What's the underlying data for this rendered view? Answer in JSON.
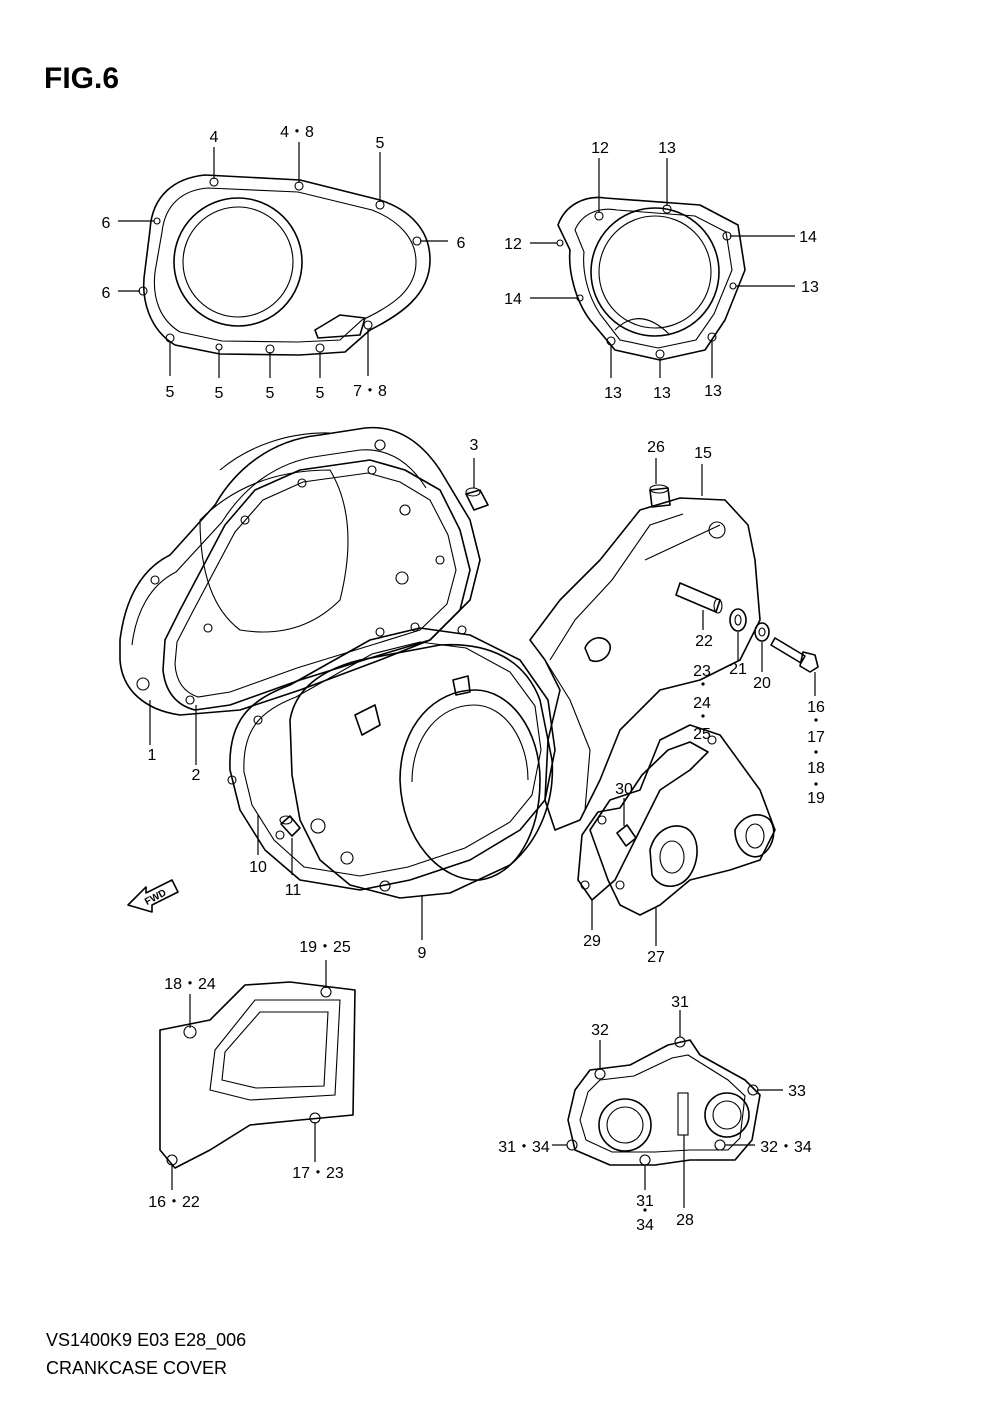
{
  "figure": {
    "title": "FIG.6",
    "model_code": "VS1400K9 E03 E28_006",
    "name": "CRANKCASE COVER",
    "fwd_label": "FWD"
  },
  "callouts": [
    {
      "id": "c1",
      "text": "4"
    },
    {
      "id": "c2",
      "text": "4・8"
    },
    {
      "id": "c3",
      "text": "5"
    },
    {
      "id": "c4",
      "text": "6"
    },
    {
      "id": "c5",
      "text": "6"
    },
    {
      "id": "c6",
      "text": "6"
    },
    {
      "id": "c7",
      "text": "5"
    },
    {
      "id": "c8",
      "text": "5"
    },
    {
      "id": "c9",
      "text": "5"
    },
    {
      "id": "c10",
      "text": "5"
    },
    {
      "id": "c11",
      "text": "7・8"
    },
    {
      "id": "c12",
      "text": "12"
    },
    {
      "id": "c13",
      "text": "13"
    },
    {
      "id": "c14",
      "text": "12"
    },
    {
      "id": "c15",
      "text": "14"
    },
    {
      "id": "c16",
      "text": "14"
    },
    {
      "id": "c17",
      "text": "13"
    },
    {
      "id": "c18",
      "text": "13"
    },
    {
      "id": "c19",
      "text": "13"
    },
    {
      "id": "c20",
      "text": "13"
    },
    {
      "id": "c21",
      "text": "3"
    },
    {
      "id": "c22",
      "text": "26"
    },
    {
      "id": "c23",
      "text": "15"
    },
    {
      "id": "c24",
      "text": "1"
    },
    {
      "id": "c25",
      "text": "2"
    },
    {
      "id": "c26",
      "text": "22"
    },
    {
      "id": "c27",
      "text": "23"
    },
    {
      "id": "c28",
      "text": "24"
    },
    {
      "id": "c29",
      "text": "25"
    },
    {
      "id": "c30",
      "text": "21"
    },
    {
      "id": "c31",
      "text": "20"
    },
    {
      "id": "c32",
      "text": "16"
    },
    {
      "id": "c33",
      "text": "17"
    },
    {
      "id": "c34",
      "text": "18"
    },
    {
      "id": "c35",
      "text": "19"
    },
    {
      "id": "c36",
      "text": "30"
    },
    {
      "id": "c37",
      "text": "10"
    },
    {
      "id": "c38",
      "text": "11"
    },
    {
      "id": "c39",
      "text": "9"
    },
    {
      "id": "c40",
      "text": "29"
    },
    {
      "id": "c41",
      "text": "27"
    },
    {
      "id": "c42",
      "text": "19・25"
    },
    {
      "id": "c43",
      "text": "18・24"
    },
    {
      "id": "c44",
      "text": "17・23"
    },
    {
      "id": "c45",
      "text": "16・22"
    },
    {
      "id": "c46",
      "text": "31"
    },
    {
      "id": "c47",
      "text": "32"
    },
    {
      "id": "c48",
      "text": "33"
    },
    {
      "id": "c49",
      "text": "31・34"
    },
    {
      "id": "c50",
      "text": "32・34"
    },
    {
      "id": "c51",
      "text": "31"
    },
    {
      "id": "c52",
      "text": "34"
    },
    {
      "id": "c53",
      "text": "28"
    }
  ]
}
